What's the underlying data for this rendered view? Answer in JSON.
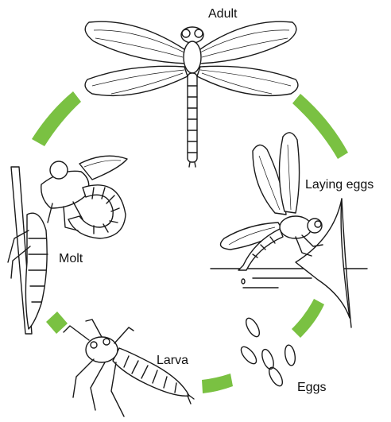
{
  "stages": {
    "adult": "Adult",
    "laying_eggs": "Laying eggs",
    "eggs": "Eggs",
    "larva": "Larva",
    "molt": "Molt"
  },
  "colors": {
    "arrow": "#7ac142",
    "ink": "#1a1a1a"
  },
  "icons": {
    "adult": "dragonfly-adult-icon",
    "laying_eggs": "dragonfly-laying-eggs-icon",
    "eggs": "eggs-icon",
    "larva": "larva-icon",
    "molt": "molting-dragonfly-icon"
  }
}
